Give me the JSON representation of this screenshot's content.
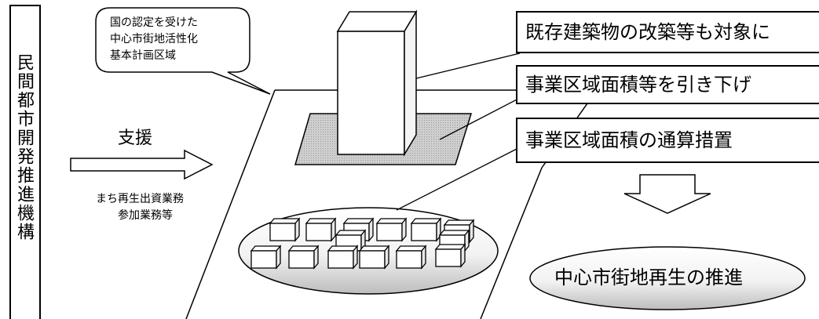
{
  "org_name": "民間都市開発推進機構",
  "support_label": "支援",
  "support_detail": [
    "まち再生出資業務",
    "参加業務等"
  ],
  "callout_lines": [
    "国の認定を受けた",
    "中心市街地活性化",
    "基本計画区域"
  ],
  "measures": [
    "既存建築物の改築等も対象に",
    "事業区域面積等を引き下げ",
    "事業区域面積の通算措置"
  ],
  "result": "中心市街地再生の推進"
}
